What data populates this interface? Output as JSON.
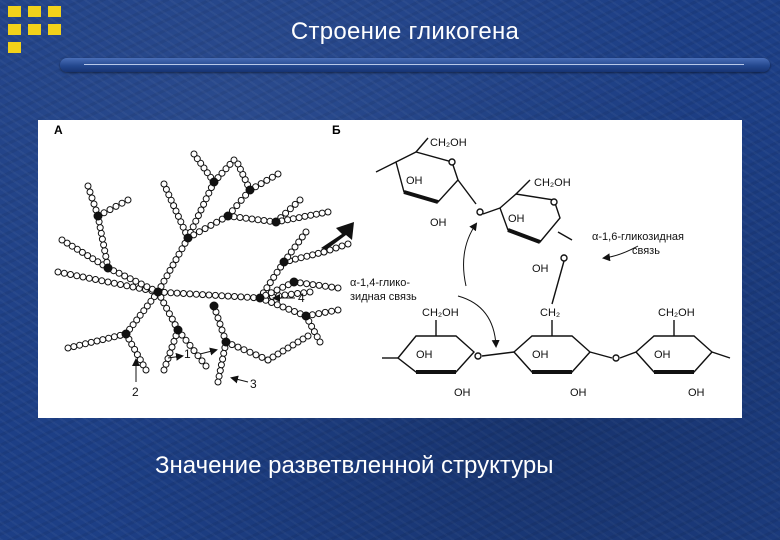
{
  "slide": {
    "title": "Строение гликогена",
    "caption": "Значение разветвленной структуры"
  },
  "figure": {
    "panel_a_label": "А",
    "panel_b_label": "Б",
    "callout_1": "1",
    "callout_2": "2",
    "callout_3": "3",
    "callout_4": "4",
    "ch2oh_top_1": "CH₂OH",
    "ch2oh_top_2": "CH₂OH",
    "oh_top_1a": "OH",
    "oh_top_1b": "OH",
    "oh_top_2": "OH",
    "oh_top_2b": "OH",
    "alpha16": "α-1,6-гликозидная",
    "alpha16_b": "связь",
    "alpha14": "α-1,4-глико-",
    "alpha14_b": "зидная связь",
    "ch2oh_bot_1": "CH₂OH",
    "ch2_bot_2": "CH₂",
    "ch2oh_bot_3": "CH₂OH",
    "oh_bot_1a": "OH",
    "oh_bot_1b": "OH",
    "oh_bot_2a": "OH",
    "oh_bot_2b": "OH",
    "oh_bot_3a": "OH",
    "oh_bot_3b": "OH"
  },
  "colors": {
    "background": "#1d3f86",
    "logo": "#f2d21a",
    "text": "#ffffff"
  }
}
